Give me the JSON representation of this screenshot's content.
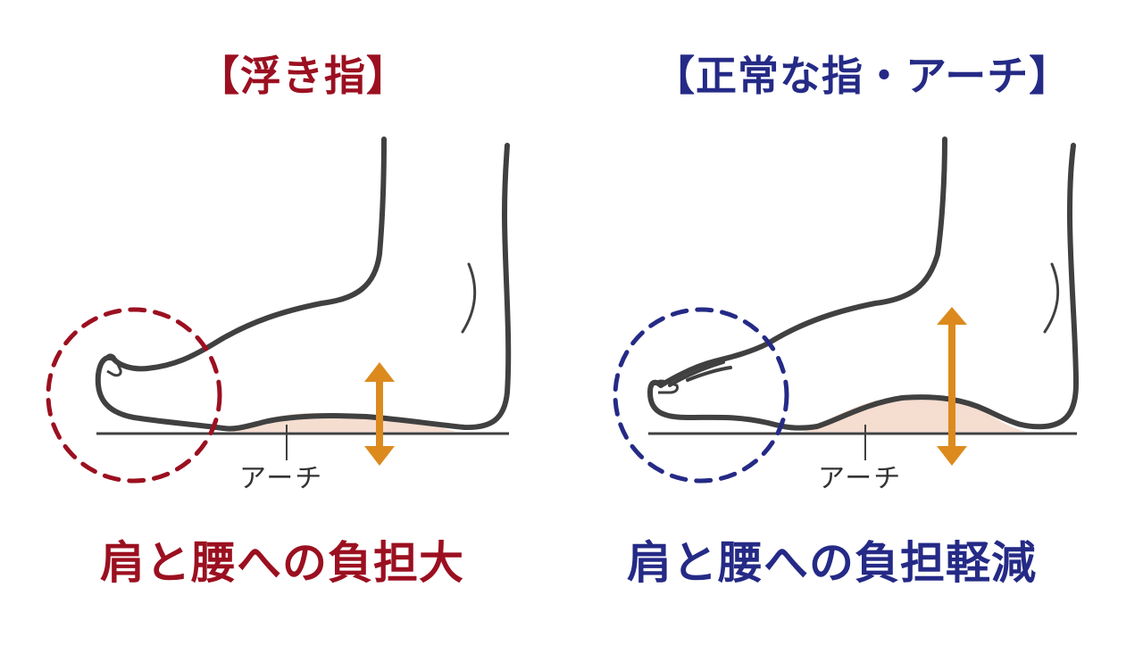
{
  "colors": {
    "red": "#9b1020",
    "navy": "#252a86",
    "outline": "#404040",
    "arrow": "#dc8a1e",
    "arch_fill": "#f5ddd0"
  },
  "left_panel": {
    "title": "【浮き指】",
    "arch_label": "アーチ",
    "caption": "肩と腰への負担大"
  },
  "right_panel": {
    "title": "【正常な指・アーチ】",
    "arch_label": "アーチ",
    "caption": "肩と腰への負担軽減"
  }
}
